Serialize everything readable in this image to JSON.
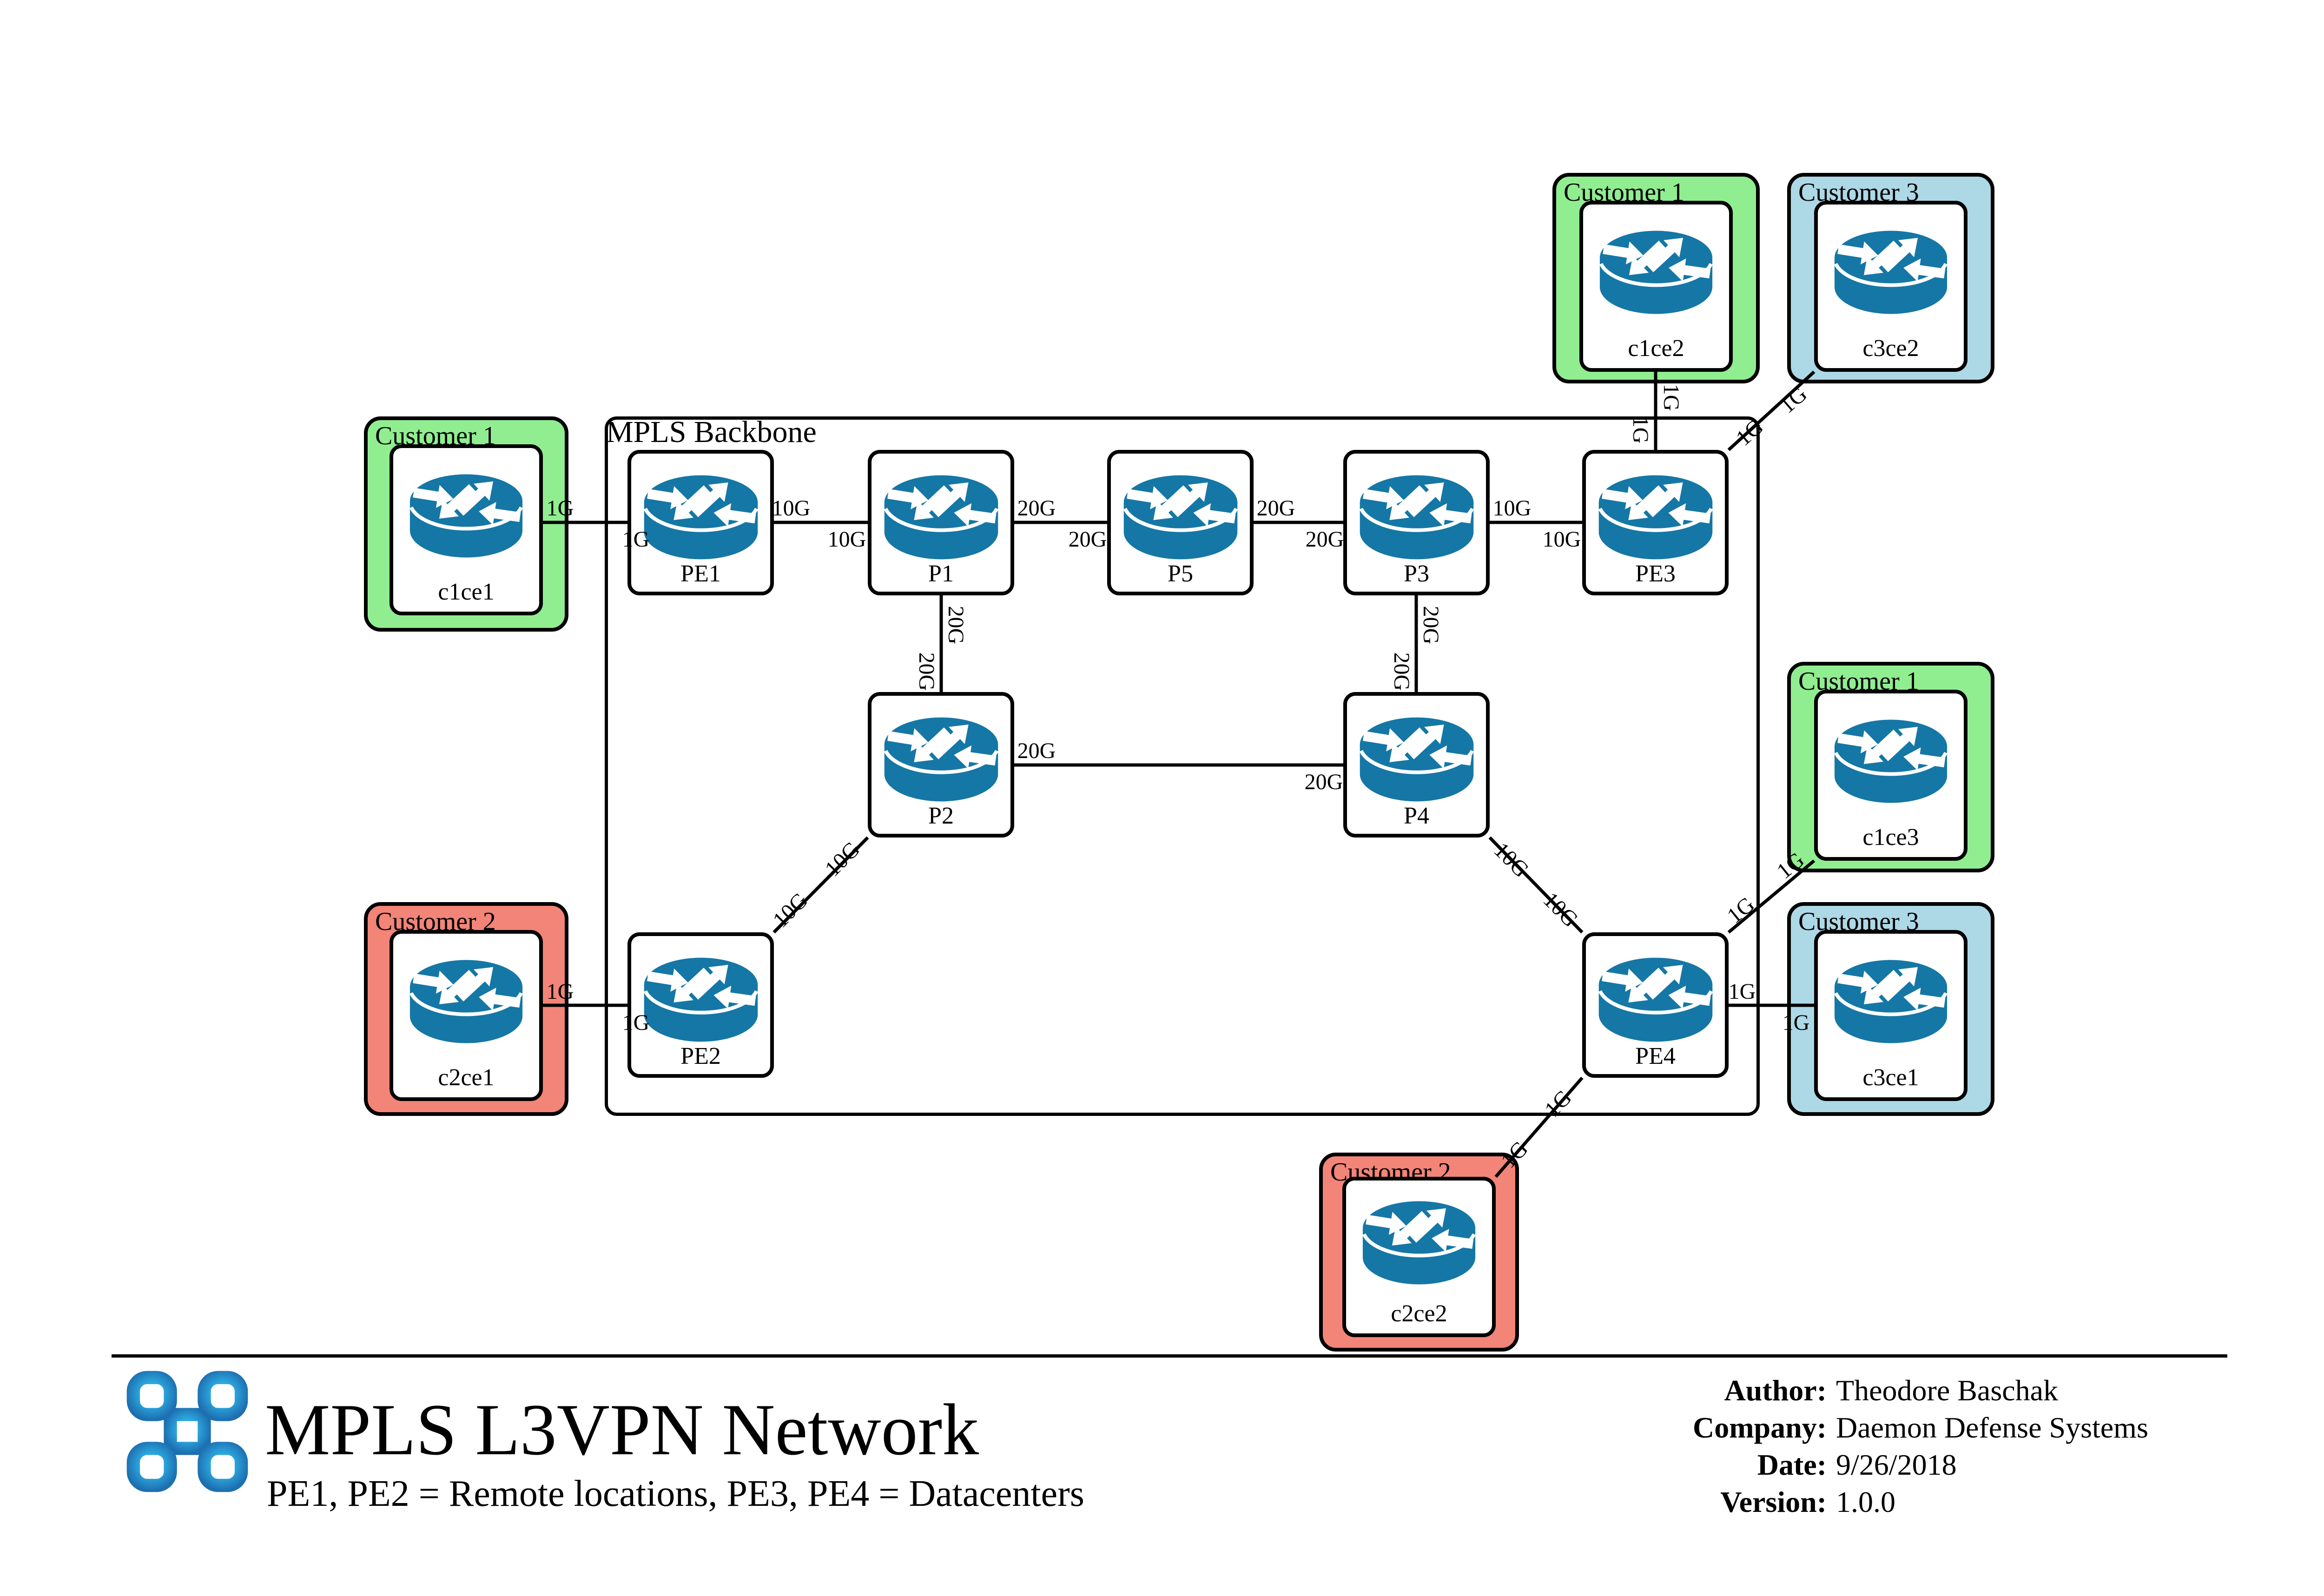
{
  "page": {
    "background": "#ffffff"
  },
  "colors": {
    "customer1_green": "#90EE90",
    "customer2_red": "#F28478",
    "customer3_blue": "#ADD8E6",
    "router_blue": "#1577A5",
    "line_black": "#000000",
    "logo_blue_center": "#41C2F2",
    "logo_blue_edge": "#1D6FB0"
  },
  "backbone": {
    "label": "MPLS Backbone"
  },
  "customers": [
    {
      "id": "cust1_top",
      "label": "Customer 1",
      "router": "c1ce2",
      "colorKey": "customer1_green"
    },
    {
      "id": "cust3_top",
      "label": "Customer 3",
      "router": "c3ce2",
      "colorKey": "customer3_blue"
    },
    {
      "id": "cust1_left",
      "label": "Customer 1",
      "router": "c1ce1",
      "colorKey": "customer1_green"
    },
    {
      "id": "cust2_left",
      "label": "Customer 2",
      "router": "c2ce1",
      "colorKey": "customer2_red"
    },
    {
      "id": "cust1_right",
      "label": "Customer 1",
      "router": "c1ce3",
      "colorKey": "customer1_green"
    },
    {
      "id": "cust3_right",
      "label": "Customer 3",
      "router": "c3ce1",
      "colorKey": "customer3_blue"
    },
    {
      "id": "cust2_bottom",
      "label": "Customer 2",
      "router": "c2ce2",
      "colorKey": "customer2_red"
    }
  ],
  "backbone_routers": [
    {
      "id": "PE1",
      "label": "PE1"
    },
    {
      "id": "P1",
      "label": "P1"
    },
    {
      "id": "P5",
      "label": "P5"
    },
    {
      "id": "P3",
      "label": "P3"
    },
    {
      "id": "PE3",
      "label": "PE3"
    },
    {
      "id": "P2",
      "label": "P2"
    },
    {
      "id": "P4",
      "label": "P4"
    },
    {
      "id": "PE2",
      "label": "PE2"
    },
    {
      "id": "PE4",
      "label": "PE4"
    }
  ],
  "links": [
    {
      "id": "L1",
      "from": "c1ce1",
      "to": "PE1",
      "speed": "1G"
    },
    {
      "id": "L2",
      "from": "PE1",
      "to": "P1",
      "speed": "10G"
    },
    {
      "id": "L3",
      "from": "P1",
      "to": "P5",
      "speed": "20G"
    },
    {
      "id": "L4",
      "from": "P5",
      "to": "P3",
      "speed": "20G"
    },
    {
      "id": "L5",
      "from": "P3",
      "to": "PE3",
      "speed": "10G"
    },
    {
      "id": "L6",
      "from": "P1",
      "to": "P2",
      "speed": "20G"
    },
    {
      "id": "L7",
      "from": "P3",
      "to": "P4",
      "speed": "20G"
    },
    {
      "id": "L8",
      "from": "P2",
      "to": "P4",
      "speed": "20G"
    },
    {
      "id": "L9",
      "from": "c1ce2",
      "to": "PE3",
      "speed": "1G"
    },
    {
      "id": "L10",
      "from": "c3ce2",
      "to": "PE3",
      "speed": "1G"
    },
    {
      "id": "L11",
      "from": "c2ce1",
      "to": "PE2",
      "speed": "1G"
    },
    {
      "id": "L12",
      "from": "PE2",
      "to": "P2",
      "speed": "10G"
    },
    {
      "id": "L13",
      "from": "P4",
      "to": "PE4",
      "speed": "10G"
    },
    {
      "id": "L14",
      "from": "PE4",
      "to": "c1ce3",
      "speed": "1G"
    },
    {
      "id": "L15",
      "from": "PE4",
      "to": "c3ce1",
      "speed": "1G"
    },
    {
      "id": "L16",
      "from": "PE4",
      "to": "c2ce2",
      "speed": "1G"
    }
  ],
  "title_block": {
    "title": "MPLS L3VPN Network",
    "subtitle": "PE1, PE2 = Remote locations, PE3, PE4 = Datacenters"
  },
  "credits": {
    "rows": [
      {
        "label": "Author:",
        "value": "Theodore Baschak"
      },
      {
        "label": "Company:",
        "value": "Daemon Defense Systems"
      },
      {
        "label": "Date:",
        "value": "9/26/2018"
      },
      {
        "label": "Version:",
        "value": "1.0.0"
      }
    ]
  },
  "icons": {
    "logo": "command-knot-logo",
    "router": "router-icon"
  }
}
